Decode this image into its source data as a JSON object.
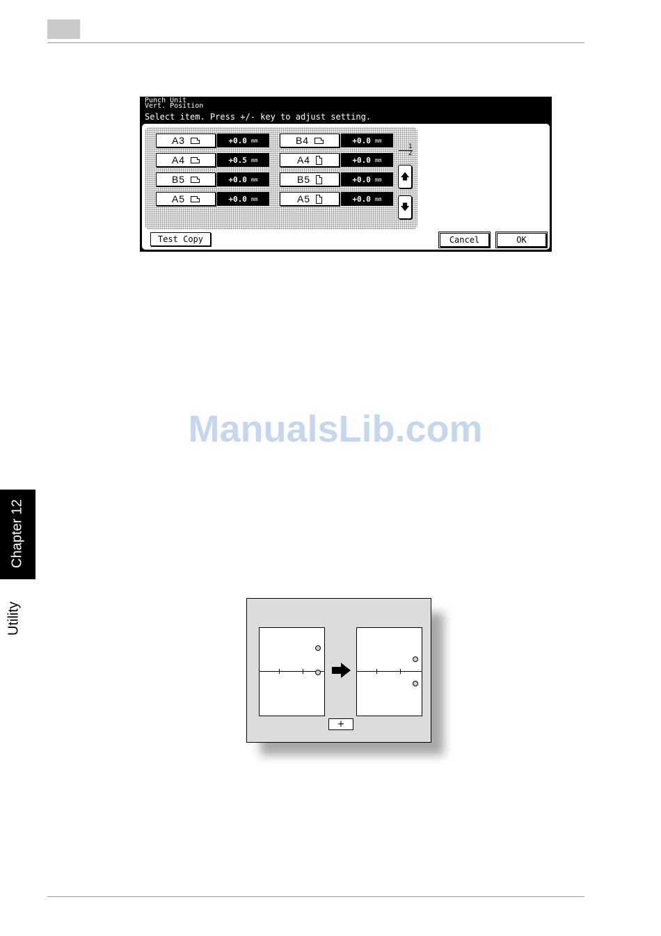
{
  "panel": {
    "header_line1": "Punch Unit",
    "header_line2": "Vert. Position",
    "instruction": "Select item. Press +/- key to adjust setting.",
    "rows": [
      {
        "size": "A3",
        "orient": "landscape",
        "value": "+0.0",
        "unit": "mm"
      },
      {
        "size": "A4",
        "orient": "landscape",
        "value": "+0.5",
        "unit": "mm"
      },
      {
        "size": "B5",
        "orient": "landscape",
        "value": "+0.0",
        "unit": "mm"
      },
      {
        "size": "A5",
        "orient": "landscape",
        "value": "+0.0",
        "unit": "mm"
      },
      {
        "size": "B4",
        "orient": "landscape",
        "value": "+0.0",
        "unit": "mm"
      },
      {
        "size": "A4",
        "orient": "portrait",
        "value": "+0.0",
        "unit": "mm"
      },
      {
        "size": "B5",
        "orient": "portrait",
        "value": "+0.0",
        "unit": "mm"
      },
      {
        "size": "A5",
        "orient": "portrait",
        "value": "+0.0",
        "unit": "mm"
      }
    ],
    "page_current": "1",
    "page_total": "2",
    "up_arrow": "🡅",
    "down_arrow": "🡇",
    "test_copy_label": "Test Copy",
    "cancel_label": "Cancel",
    "ok_label": "OK"
  },
  "watermark": "ManualsLib.com",
  "side_tab": {
    "chapter": "Chapter 12",
    "section": "Utility"
  },
  "illustration": {
    "plus_key": "+"
  }
}
